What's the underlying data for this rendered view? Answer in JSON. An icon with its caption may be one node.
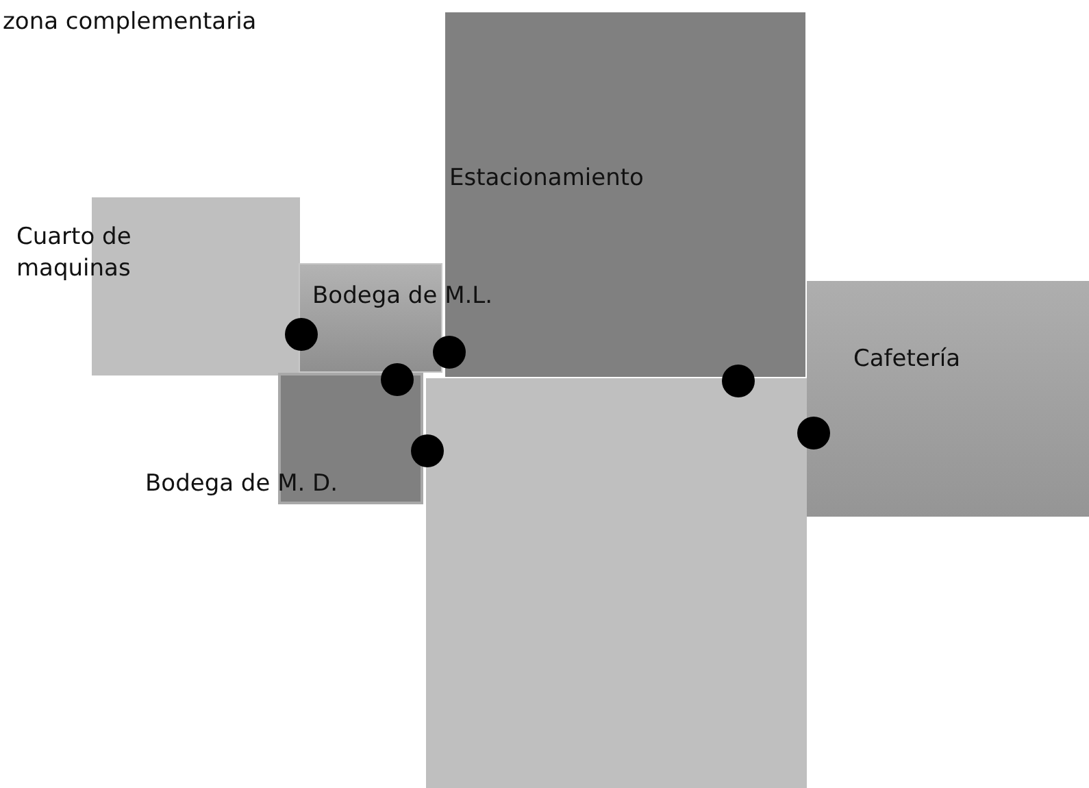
{
  "diagram": {
    "title": "zona complementaria",
    "nodes": [
      {
        "text": [
          "Estacionamiento"
        ]
      },
      {
        "text": [
          "Cuarto de maquinas"
        ]
      },
      {
        "text": [
          "Bodega de M.L."
        ]
      },
      {
        "text": [
          "Bodega de M. D."
        ]
      },
      {
        "text": [
          "Cafetería"
        ]
      },
      {
        "text": [],
        "shape": "box"
      }
    ]
  }
}
